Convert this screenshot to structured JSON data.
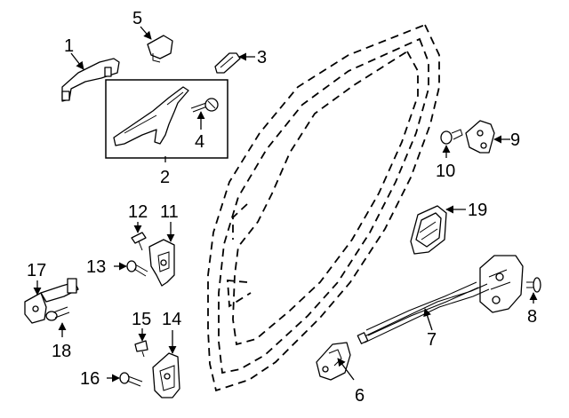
{
  "diagram": {
    "callouts": [
      {
        "id": "1",
        "text": "1"
      },
      {
        "id": "2",
        "text": "2"
      },
      {
        "id": "3",
        "text": "3"
      },
      {
        "id": "4",
        "text": "4"
      },
      {
        "id": "5",
        "text": "5"
      },
      {
        "id": "6",
        "text": "6"
      },
      {
        "id": "7",
        "text": "7"
      },
      {
        "id": "8",
        "text": "8"
      },
      {
        "id": "9",
        "text": "9"
      },
      {
        "id": "10",
        "text": "10"
      },
      {
        "id": "11",
        "text": "11"
      },
      {
        "id": "12",
        "text": "12"
      },
      {
        "id": "13",
        "text": "13"
      },
      {
        "id": "14",
        "text": "14"
      },
      {
        "id": "15",
        "text": "15"
      },
      {
        "id": "16",
        "text": "16"
      },
      {
        "id": "17",
        "text": "17"
      },
      {
        "id": "18",
        "text": "18"
      },
      {
        "id": "19",
        "text": "19"
      }
    ]
  }
}
